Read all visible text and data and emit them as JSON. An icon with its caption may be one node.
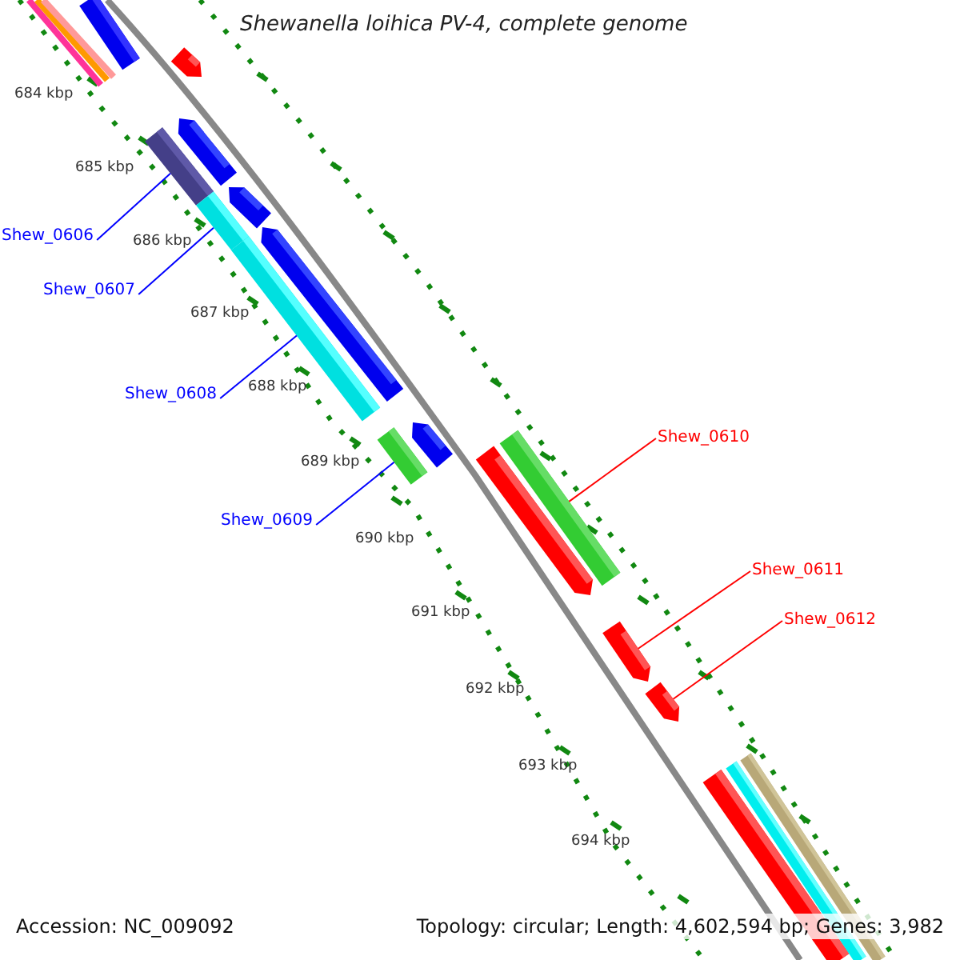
{
  "diagram": {
    "title": "Shewanella loihica PV-4, complete genome",
    "nodes": [
      {
        "text": [
          "Shew_0606"
        ]
      },
      {
        "text": [
          "Shew_0607"
        ]
      },
      {
        "text": [
          "Shew_0608"
        ]
      },
      {
        "text": [
          "Shew_0609"
        ]
      },
      {
        "text": [
          "Shew_0610"
        ]
      },
      {
        "text": [
          "Shew_0611"
        ]
      },
      {
        "text": [
          "Shew_0612"
        ]
      },
      {
        "text": [],
        "shape": "bar"
      },
      {
        "text": [],
        "shape": "bar"
      },
      {
        "text": [],
        "shape": "bar"
      },
      {
        "text": [],
        "shape": "bar"
      },
      {
        "text": [],
        "shape": "bar"
      },
      {
        "text": [],
        "shape": "bar"
      },
      {
        "text": [],
        "shape": "bar"
      }
    ],
    "edges": [
      {
        "from": 0,
        "to": 7,
        "arrow": "none"
      },
      {
        "from": 1,
        "to": 8,
        "arrow": "none"
      },
      {
        "from": 2,
        "to": 9,
        "arrow": "none"
      },
      {
        "from": 3,
        "to": 10,
        "arrow": "none"
      },
      {
        "from": 4,
        "to": 11,
        "arrow": "none",
        "color": "#ff0000"
      },
      {
        "from": 5,
        "to": 12,
        "arrow": "none",
        "color": "#ff0000"
      },
      {
        "from": 6,
        "to": 13,
        "arrow": "none",
        "color": "#ff0000"
      }
    ],
    "labels": [
      "684 kbp",
      "685 kbp",
      "686 kbp",
      "687 kbp",
      "688 kbp",
      "689 kbp",
      "690 kbp",
      "691 kbp",
      "692 kbp",
      "693 kbp",
      "694 kbp",
      "Accession: NC_009092",
      "Topology: circular; Length: 4,602,594 bp; Genes: 3,982"
    ]
  }
}
